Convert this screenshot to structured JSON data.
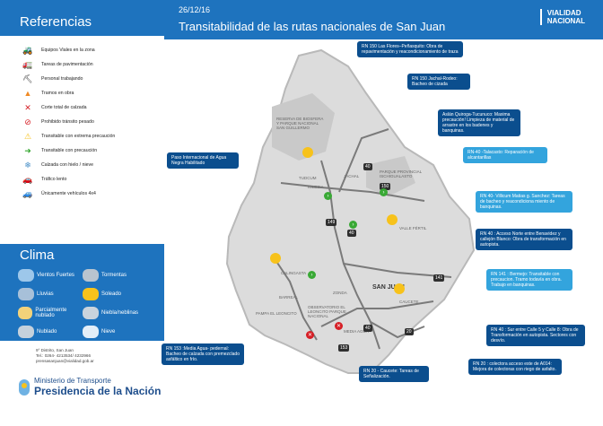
{
  "header": {
    "date": "26/12/16",
    "title": "Transitabilidad de las rutas nacionales de San Juan",
    "brand_line1": "VIALIDAD",
    "brand_line2": "NACIONAL"
  },
  "referencias": {
    "title": "Referencias",
    "items": [
      {
        "label": "Equipos Viales en la zona",
        "icon": "road-equipment-icon"
      },
      {
        "label": "Tareas de pavimentación",
        "icon": "paving-icon"
      },
      {
        "label": "Personal trabajando",
        "icon": "worker-icon"
      },
      {
        "label": "Tramos en obra",
        "icon": "cone-icon"
      },
      {
        "label": "Corte total de calzada",
        "icon": "road-closed-icon"
      },
      {
        "label": "Prohibido tránsito pesado",
        "icon": "no-trucks-icon"
      },
      {
        "label": "Transitable con extrema precaución",
        "icon": "extreme-caution-icon"
      },
      {
        "label": "Transitable con precaución",
        "icon": "caution-icon"
      },
      {
        "label": "Calzada con hielo / nieve",
        "icon": "ice-snow-icon"
      },
      {
        "label": "Tráfico lento",
        "icon": "slow-traffic-icon"
      },
      {
        "label": "Únicamente vehículos 4x4",
        "icon": "4x4-icon"
      }
    ]
  },
  "clima": {
    "title": "Clima",
    "items": [
      {
        "label": "Vientos Fuertes",
        "icon": "wind-icon",
        "color": "#9dc7ea"
      },
      {
        "label": "Tormentas",
        "icon": "storm-icon",
        "color": "#b9c4cf"
      },
      {
        "label": "Lluvias",
        "icon": "rain-icon",
        "color": "#a7c0d9"
      },
      {
        "label": "Soleado",
        "icon": "sun-icon",
        "color": "#f7c21b"
      },
      {
        "label": "Parcialmente nublado",
        "icon": "partly-cloudy-icon",
        "color": "#f2d27a"
      },
      {
        "label": "Niebla/neblinas",
        "icon": "fog-icon",
        "color": "#c9d3dd"
      },
      {
        "label": "Nublado",
        "icon": "cloud-icon",
        "color": "#c5d1dc"
      },
      {
        "label": "Nieve",
        "icon": "snow-icon",
        "color": "#e3eef8"
      }
    ]
  },
  "contact": {
    "line1": "9° Distrito, San Juan",
    "line2": "Tel.: 0264- 4213534/ 4232966",
    "line3": "prensasanjuan@vialidad.gob.ar"
  },
  "ministry": {
    "line1": "Ministerio de Transporte",
    "line2": "Presidencia de la Nación"
  },
  "callouts": [
    {
      "id": "rn150-flores",
      "text": "RN 150 Las Flores–Peñasquito: Obra de repavimentación y reacondicionamiento de traza",
      "style": "dark"
    },
    {
      "id": "rn150-jachal",
      "text": "RN 150 Jachal-Rodeo: Bacheo de cizada",
      "style": "dark"
    },
    {
      "id": "agua-negra",
      "text": "Paso Internacional de Agua Negra Habilitado",
      "style": "dark"
    },
    {
      "id": "aslan",
      "text": "Aslán Quiroga-Tucunuco: Maxima precaución! Limpieza de material de arrastre en los badenes y banquinas.",
      "style": "dark"
    },
    {
      "id": "rn40-talacasto",
      "text": "RN-40 -Talacasto: Reparación de alcantarillas",
      "style": "light"
    },
    {
      "id": "rn40-villicum",
      "text": "RN 40- Villicum Matias g. Sanchez: Tareas de bacheo y reacondiciona miento de banquinas.",
      "style": "light"
    },
    {
      "id": "rn40-acceso-norte",
      "text": "RN 40 : Acceso Norte entre Benavidez y callejón Blanco: Obra de transformación en autopista.",
      "style": "dark"
    },
    {
      "id": "rn141",
      "text": "RN 141 : Bermejo: Transitable con precaucion. Tramo todavía en obra. Trabajo en banquinas.",
      "style": "light"
    },
    {
      "id": "rn40-sur",
      "text": "RN 40 : Sur entre Calle 5 y Calle 8: Obra de Transformación en autopista. Sectores con desvío.",
      "style": "dark"
    },
    {
      "id": "rn20-colectora",
      "text": "RN 20 : colectora acceso este de A014: Mejora de colectoras con riego de asfalto.",
      "style": "dark"
    },
    {
      "id": "rn20-caucete",
      "text": "RN 20 - Caucete: Tareas de Señalización.",
      "style": "dark"
    },
    {
      "id": "rn153",
      "text": "RN 153 :Media Agua- pedernal: Bacheo de calzada con premezclado asfáltico en frío.",
      "style": "dark"
    }
  ],
  "map_labels": {
    "reserva": "RESERVA DE BIOSFERA Y PARQUE NACIONAL SAN GUILLERMO",
    "ischigualasto": "PARQUE PROVINCIAL ISCHIGUALASTO",
    "tudcum": "TUDCUM",
    "jachal": "JACHAL",
    "iglesia": "IGLESIA",
    "calingasta": "CALINGASTA",
    "barreal": "BARREAL",
    "pampa": "PAMPA EL LEONCITO",
    "leoncito": "OBSERVATORIO EL LEONCITO PARQUE NACIONAL",
    "zonda": "ZONDA",
    "sanjuan": "SAN JUAN",
    "caucete": "CAUCETE",
    "valle_fertil": "VALLE FÉRTIL",
    "media_agua": "MEDIA AGUA",
    "road_40a": "40",
    "road_40b": "40",
    "road_40c": "40",
    "road_150": "150",
    "road_149": "149",
    "road_141": "141",
    "road_20": "20",
    "road_153": "153"
  }
}
